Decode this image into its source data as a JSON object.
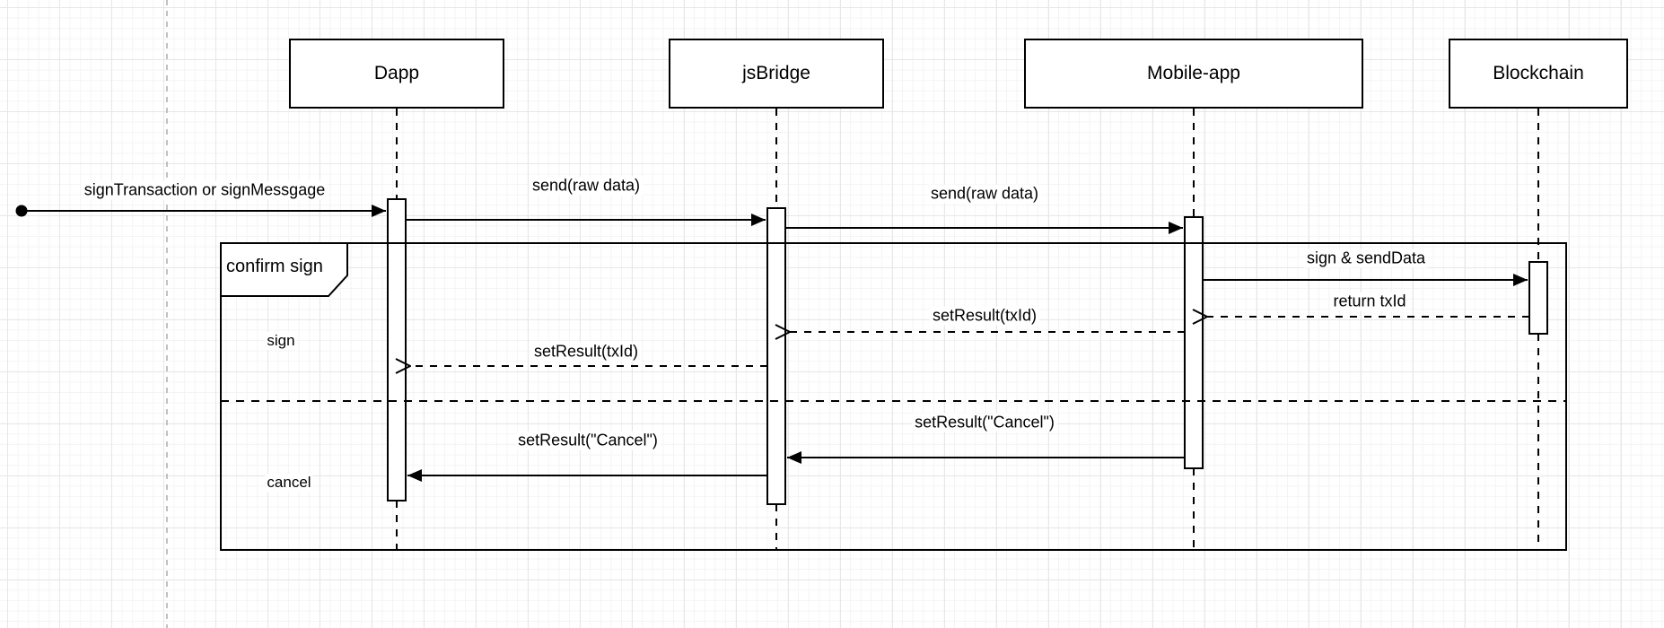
{
  "participants": [
    {
      "name": "Dapp"
    },
    {
      "name": "jsBridge"
    },
    {
      "name": "Mobile-app"
    },
    {
      "name": "Blockchain"
    }
  ],
  "start_message": "signTransaction or signMessgage",
  "messages": {
    "send_raw_dapp_jsbridge": "send(raw data)",
    "send_raw_jsbridge_mobile": "send(raw data)",
    "sign_send_data": "sign & sendData",
    "return_txid": "return txId",
    "set_result_txid_mobile_jsbridge": "setResult(txId)",
    "set_result_txid_jsbridge_dapp": "setResult(txId)",
    "set_result_cancel_mobile_jsbridge": "setResult(\"Cancel\")",
    "set_result_cancel_jsbridge_dapp": "setResult(\"Cancel\")"
  },
  "frame": {
    "label": "confirm sign",
    "section_sign": "sign",
    "section_cancel": "cancel"
  },
  "colors": {
    "stroke": "#000000",
    "page_divider": "#b3b3b3",
    "background": "#ffffff"
  }
}
